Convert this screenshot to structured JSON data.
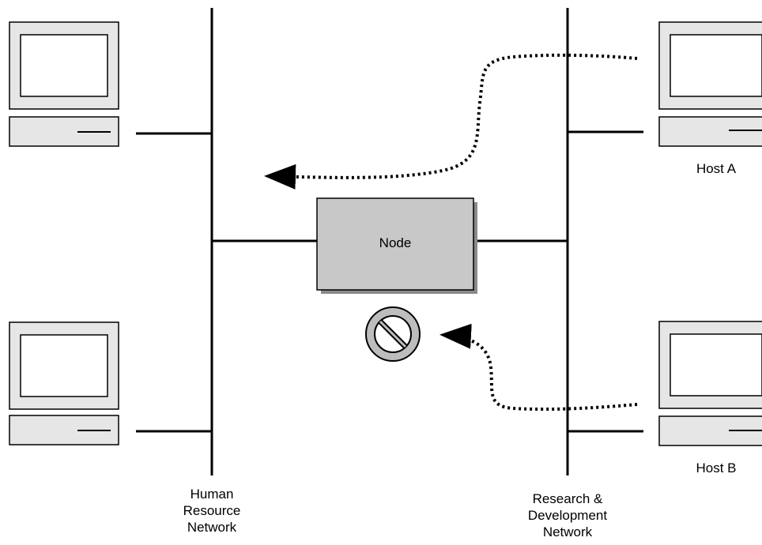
{
  "diagram": {
    "node": {
      "label": "Node"
    },
    "hosts": {
      "a": {
        "label": "Host A"
      },
      "b": {
        "label": "Host B"
      }
    },
    "networks": {
      "human_resource": {
        "label": "Human\nResource\nNetwork"
      },
      "rnd": {
        "label": "Research &\nDevelopment\nNetwork"
      }
    },
    "blocked_icon": "prohibited-icon",
    "colors": {
      "node_fill": "#c8c8c8",
      "monitor_fill": "#e6e6e6",
      "line": "#000000"
    }
  }
}
